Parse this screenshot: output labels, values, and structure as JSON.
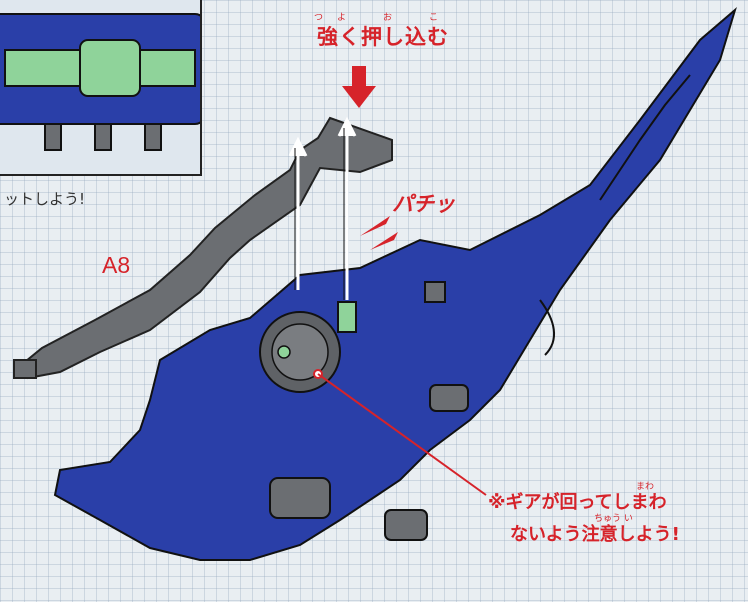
{
  "inset": {
    "caption_partial": "ットしよう!"
  },
  "part_label": "A8",
  "instruction": {
    "ruby": "つよ　お　こ",
    "text": "強く押し込む"
  },
  "sound_effect": "パチッ",
  "note": {
    "ruby_1": "まわ",
    "line_1": "※ギアが回ってしまわ",
    "ruby_2": "ちゅう い",
    "line_2": "ないよう注意しよう!"
  },
  "colors": {
    "accent_red": "#d6232a",
    "model_blue": "#2a3fa8",
    "part_gray": "#6b6e72",
    "part_green": "#8fd39a"
  },
  "icons": [
    "down-arrow-icon",
    "up-arrow-icon",
    "impact-lines-icon",
    "leader-line-icon"
  ]
}
